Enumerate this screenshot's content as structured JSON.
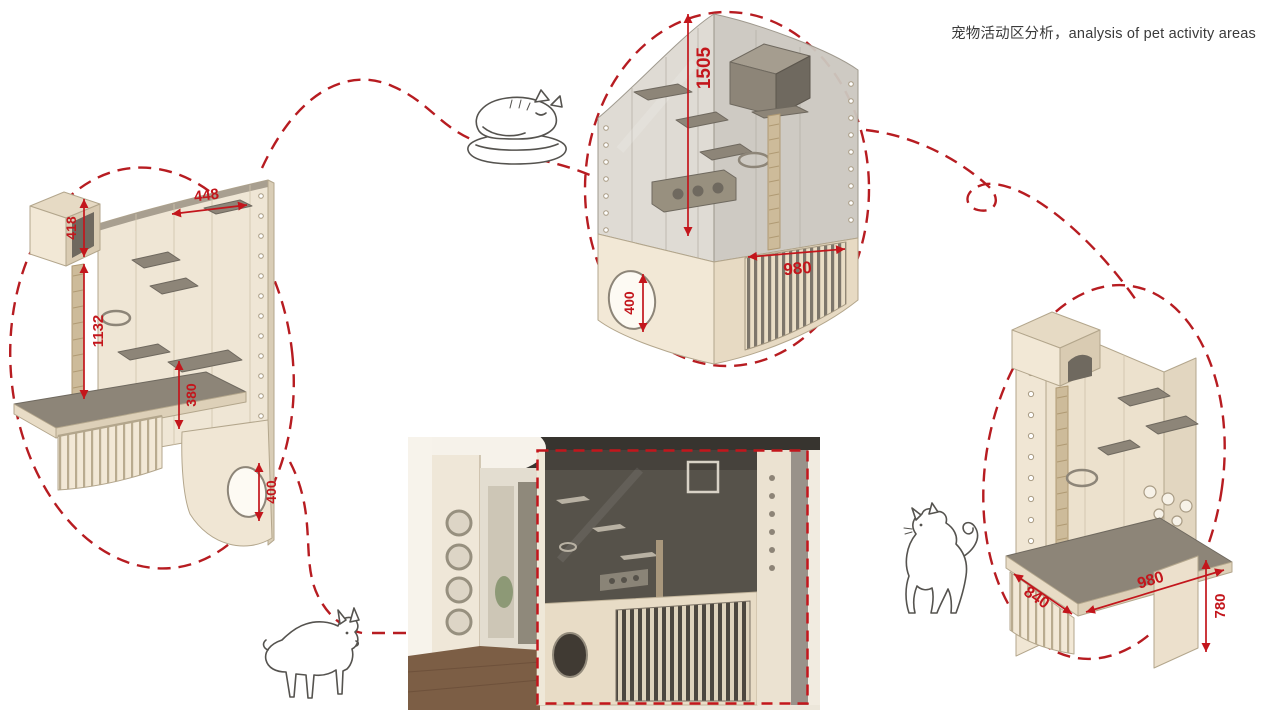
{
  "page": {
    "title": "宠物活动区分析，analysis of pet activity areas"
  },
  "annotations": {
    "left_unit": {
      "top_width": "448",
      "box_height": "418",
      "wall_height": "1132",
      "shelf_height": "380",
      "hole_size": "400"
    },
    "center_unit": {
      "total_height": "1505",
      "front_width": "980",
      "hole_size": "400"
    },
    "right_unit": {
      "side_depth": "840",
      "front_width": "980",
      "base_height": "780"
    }
  },
  "palette": {
    "dimension_red": "#c3161c",
    "dashed_red": "#b71c21",
    "cream": "#f0e6d4",
    "wood_tan": "#cdbb9a",
    "panel_gray": "#8d8578"
  }
}
